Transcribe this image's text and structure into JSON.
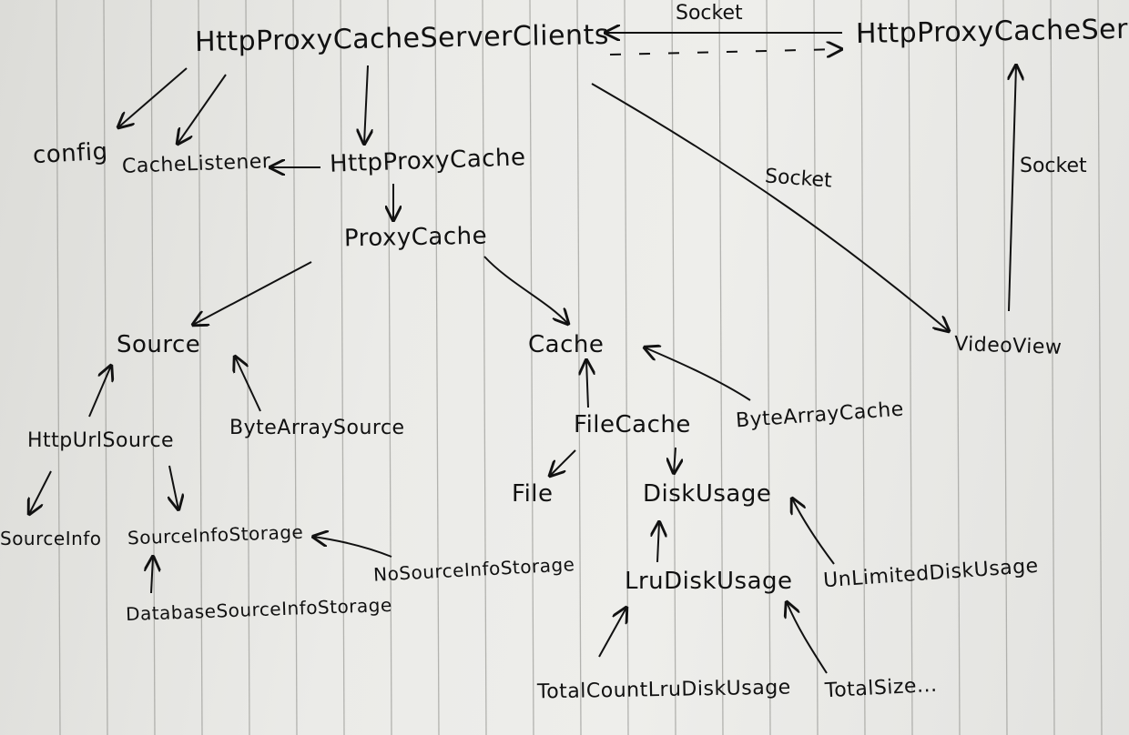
{
  "nodes": {
    "clients": "HttpProxyCacheServerClients",
    "server": "HttpProxyCacheServer",
    "config": "config",
    "cacheListener": "CacheListener",
    "httpProxyCache": "HttpProxyCache",
    "proxyCache": "ProxyCache",
    "source": "Source",
    "cache": "Cache",
    "videoView": "VideoView",
    "httpUrlSource": "HttpUrlSource",
    "byteArraySource": "ByteArraySource",
    "fileCache": "FileCache",
    "byteArrayCache": "ByteArrayCache",
    "file": "File",
    "diskUsage": "DiskUsage",
    "sourceInfo": "SourceInfo",
    "sourceInfoStorage": "SourceInfoStorage",
    "noSourceInfoStorage": "NoSourceInfoStorage",
    "databaseSourceInfoStorage": "DatabaseSourceInfoStorage",
    "lruDiskUsage": "LruDiskUsage",
    "unlimitedDiskUsage": "UnLimitedDiskUsage",
    "totalCountLruDiskUsage": "TotalCountLruDiskUsage",
    "totalSize": "TotalSize..."
  },
  "edge_labels": {
    "socket_top": "Socket",
    "socket_diag": "Socket",
    "socket_right": "Socket"
  },
  "colors": {
    "ink": "#111111",
    "paper": "#ebebe8",
    "rule": "#9a9a96"
  }
}
